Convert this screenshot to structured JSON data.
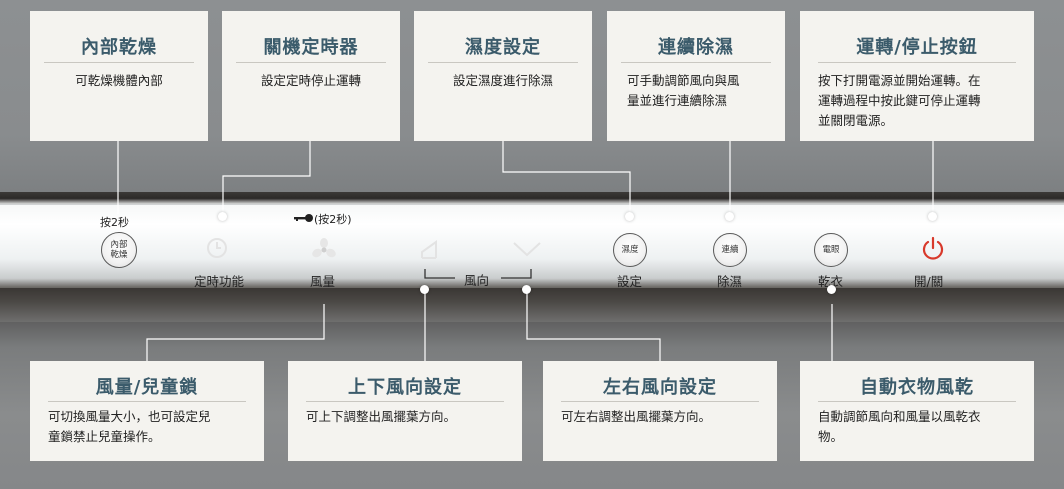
{
  "cards_top": [
    {
      "id": "dry",
      "title": "內部乾燥",
      "desc": [
        "可乾燥機體內部"
      ]
    },
    {
      "id": "timer",
      "title": "關機定時器",
      "desc": [
        "設定定時停止運轉"
      ]
    },
    {
      "id": "humidity",
      "title": "濕度設定",
      "desc": [
        "設定濕度進行除濕"
      ]
    },
    {
      "id": "continuous",
      "title": "連續除濕",
      "desc": [
        "可手動調節風向與風",
        "量並進行連續除濕"
      ]
    },
    {
      "id": "power",
      "title": "運轉/停止按鈕",
      "desc": [
        "按下打開電源並開始運轉。在",
        "運轉過程中按此鍵可停止運轉",
        "並關閉電源。"
      ]
    }
  ],
  "cards_bottom": [
    {
      "id": "fan",
      "title": "風量/兒童鎖",
      "desc": [
        "可切換風量大小，也可設定兒",
        "童鎖禁止兒童操作。"
      ]
    },
    {
      "id": "updown",
      "title": "上下風向設定",
      "desc": [
        "可上下調整出風擺葉方向。"
      ]
    },
    {
      "id": "leftright",
      "title": "左右風向設定",
      "desc": [
        "可左右調整出風擺葉方向。"
      ]
    },
    {
      "id": "clothes",
      "title": "自動衣物風乾",
      "desc": [
        "自動調節風向和風量以風乾衣",
        "物。"
      ]
    }
  ],
  "panel": {
    "dry_hint": "按2秒",
    "dry_button": [
      "內部",
      "乾燥"
    ],
    "timer_label": "定時功能",
    "lock_hint": "(按2秒)",
    "fan_label": "風量",
    "direction_label": "風向",
    "humidity_button": "濕度",
    "humidity_label": "設定",
    "continuous_button": "連續",
    "continuous_label": "除濕",
    "clothes_button": "電眼",
    "clothes_label": "乾衣",
    "power_label": "開/關"
  },
  "colors": {
    "title": "#3b5b6b",
    "power_icon": "#d8392b",
    "card_bg": "#f4f3ef"
  }
}
